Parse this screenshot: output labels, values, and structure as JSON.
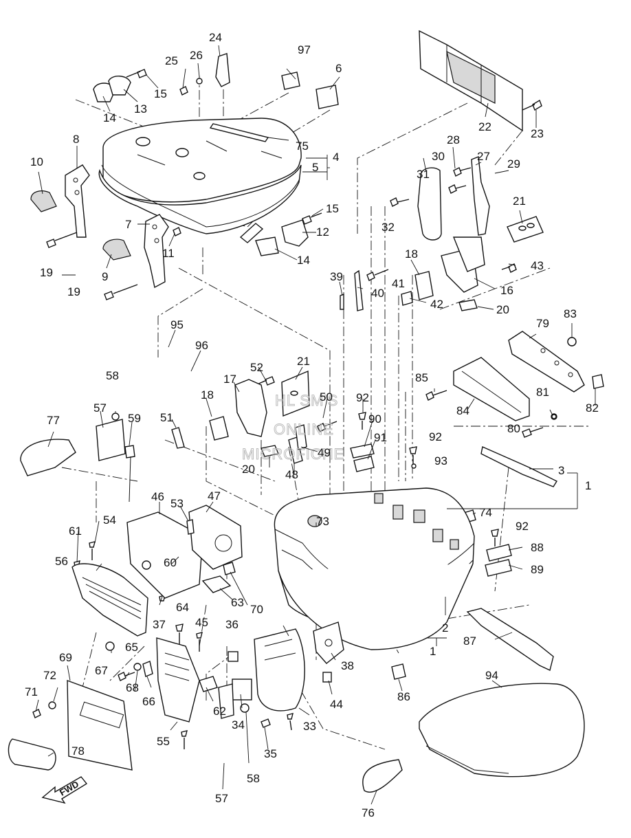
{
  "diagram": {
    "watermark": [
      "HL SM'S",
      "ONLINE",
      "MICROFICHE"
    ],
    "fwd_arrow_label": "FWD",
    "callouts": [
      "1",
      "2",
      "3",
      "4",
      "5",
      "6",
      "7",
      "8",
      "9",
      "10",
      "11",
      "12",
      "13",
      "14",
      "15",
      "16",
      "17",
      "18",
      "19",
      "20",
      "21",
      "22",
      "23",
      "24",
      "25",
      "26",
      "27",
      "28",
      "29",
      "30",
      "31",
      "32",
      "33",
      "34",
      "35",
      "36",
      "37",
      "38",
      "39",
      "40",
      "41",
      "42",
      "43",
      "44",
      "45",
      "46",
      "47",
      "48",
      "49",
      "50",
      "51",
      "52",
      "53",
      "54",
      "55",
      "56",
      "57",
      "58",
      "59",
      "60",
      "61",
      "62",
      "63",
      "64",
      "65",
      "66",
      "67",
      "68",
      "69",
      "70",
      "71",
      "72",
      "73",
      "74",
      "75",
      "76",
      "77",
      "78",
      "79",
      "80",
      "81",
      "82",
      "83",
      "84",
      "85",
      "86",
      "87",
      "88",
      "89",
      "90",
      "91",
      "92",
      "93",
      "94",
      "95",
      "96",
      "97"
    ]
  }
}
